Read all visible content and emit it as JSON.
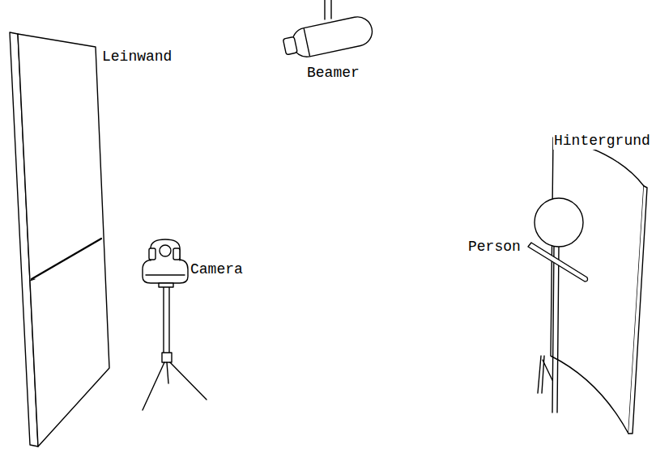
{
  "diagram": {
    "labels": [
      "Leinwand",
      "Beamer",
      "Hintergrund",
      "Person",
      "Camera"
    ]
  }
}
